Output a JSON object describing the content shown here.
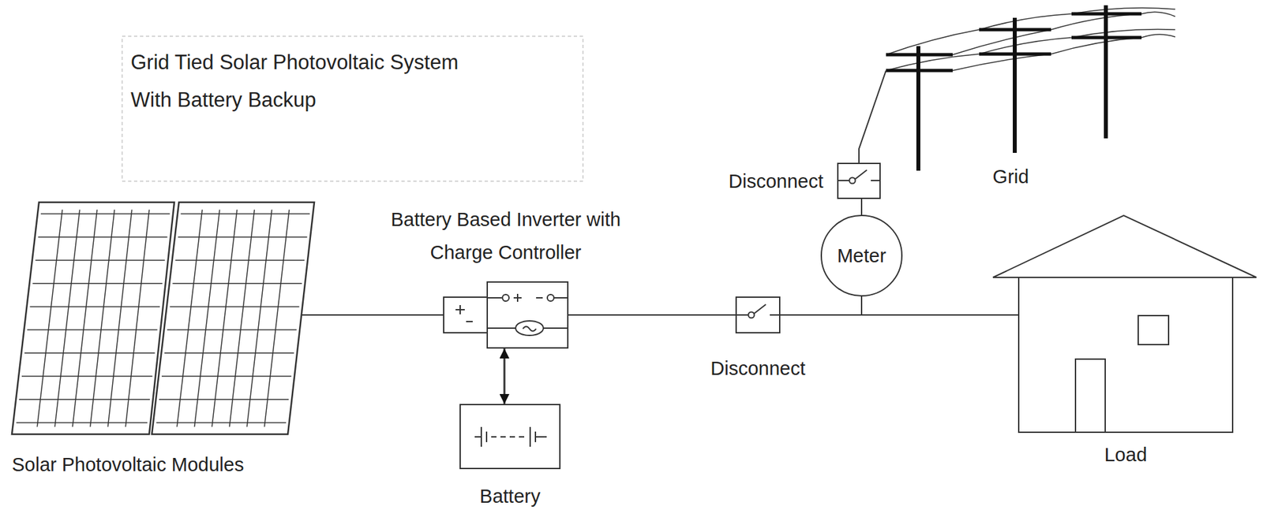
{
  "diagram": {
    "title": "Grid Tied Solar Photovoltaic System With Battery Backup",
    "nodes": [
      {
        "text": [
          "Solar Photovoltaic Modules"
        ]
      },
      {
        "text": [
          "Battery Based Inverter with Charge Controller"
        ]
      },
      {
        "text": [
          "Battery"
        ]
      },
      {
        "text": [
          "Disconnect"
        ]
      },
      {
        "text": [
          "Meter"
        ]
      },
      {
        "text": [
          "Disconnect"
        ]
      },
      {
        "text": [
          "Grid"
        ]
      },
      {
        "text": [
          "Load"
        ]
      }
    ],
    "edges": [
      {
        "from": 0,
        "to": 1,
        "arrow": "none"
      },
      {
        "from": 1,
        "to": 2,
        "arrow": "both"
      },
      {
        "from": 1,
        "to": 3,
        "arrow": "none"
      },
      {
        "from": 3,
        "to": 7,
        "arrow": "none"
      },
      {
        "from": 4,
        "to": 7,
        "arrow": "none"
      },
      {
        "from": 4,
        "to": 5,
        "arrow": "none"
      },
      {
        "from": 5,
        "to": 6,
        "arrow": "none"
      }
    ]
  }
}
